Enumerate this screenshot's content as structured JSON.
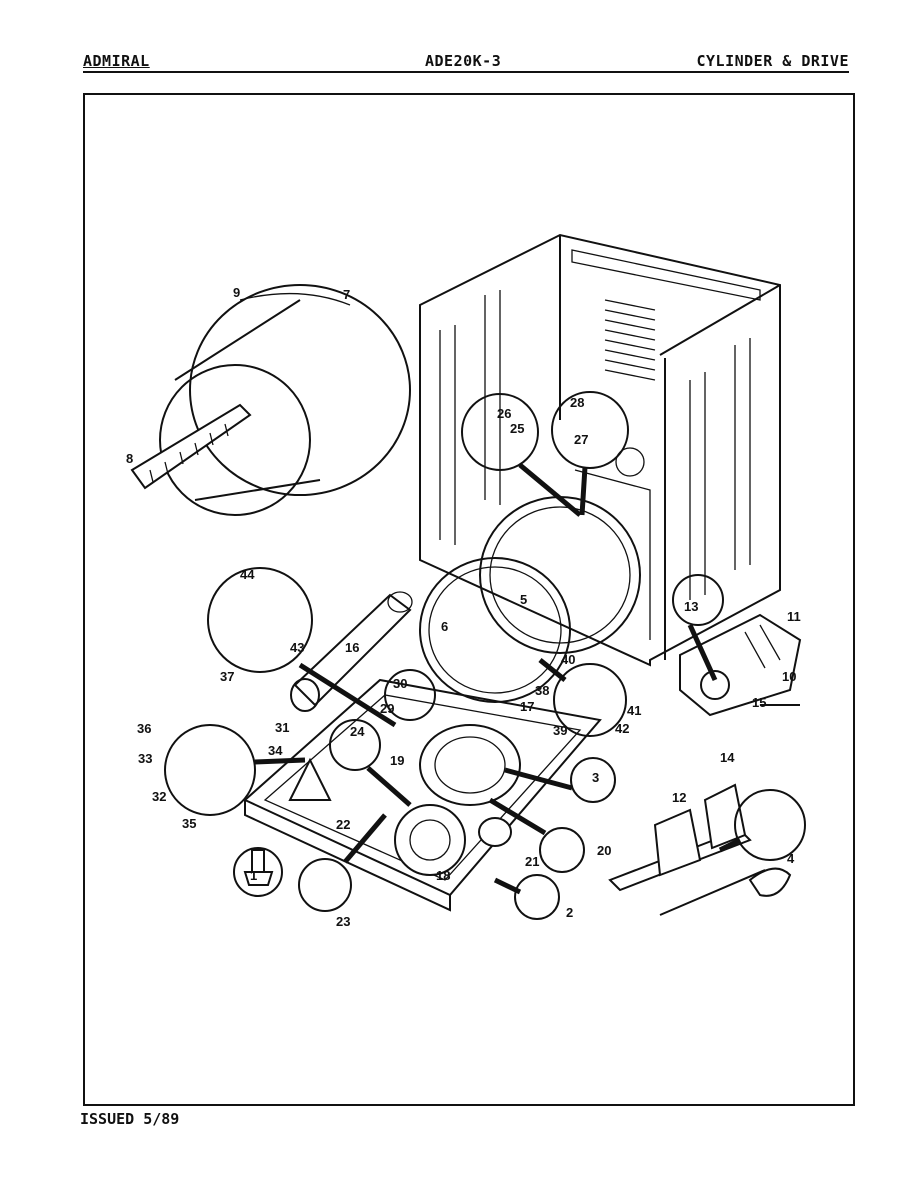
{
  "header": {
    "brand": "ADMIRAL",
    "model": "ADE20K-3",
    "section": "CYLINDER & DRIVE"
  },
  "footer": {
    "issued": "ISSUED 5/89"
  },
  "parts": {
    "p1": "1",
    "p2": "2",
    "p3": "3",
    "p4": "4",
    "p5": "5",
    "p6": "6",
    "p7": "7",
    "p8": "8",
    "p9": "9",
    "p10": "10",
    "p11": "11",
    "p12": "12",
    "p13": "13",
    "p14": "14",
    "p15": "15",
    "p16": "16",
    "p17": "17",
    "p18": "18",
    "p19": "19",
    "p20": "20",
    "p21": "21",
    "p22": "22",
    "p23": "23",
    "p24": "24",
    "p25": "25",
    "p26": "26",
    "p27": "27",
    "p28": "28",
    "p29": "29",
    "p30": "30",
    "p31": "31",
    "p32": "32",
    "p33": "33",
    "p34": "34",
    "p35": "35",
    "p36": "36",
    "p37": "37",
    "p38": "38",
    "p39": "39",
    "p40": "40",
    "p41": "41",
    "p42": "42",
    "p43": "43",
    "p44": "44"
  }
}
